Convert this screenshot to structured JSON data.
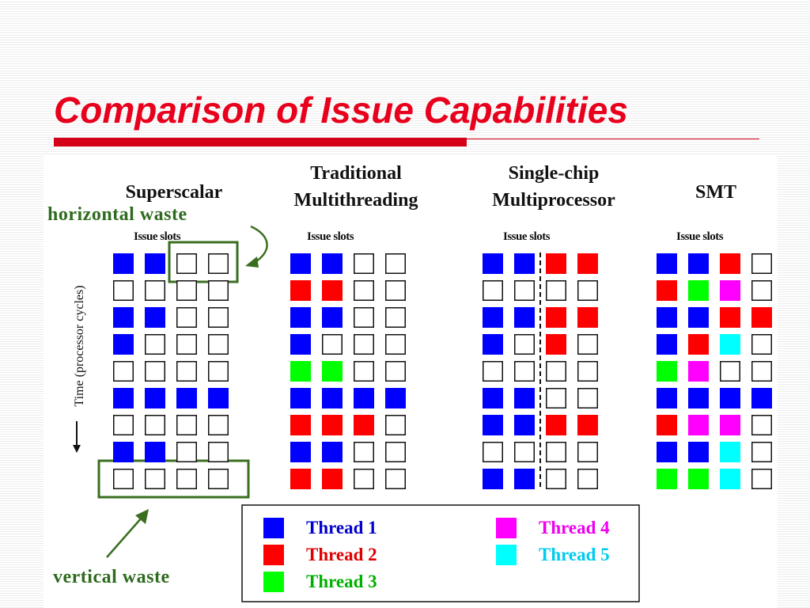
{
  "slide": {
    "title": "Comparison of Issue Capabilities"
  },
  "colors": {
    "title": "#e8001c",
    "thread_1": "#0000ff",
    "thread_2": "#ff0000",
    "thread_3": "#00ff00",
    "thread_4": "#ff00ff",
    "thread_5": "#00ffff",
    "annotation": "#2e6b1e"
  },
  "figure": {
    "annotations": {
      "horizontal_waste": "horizontal waste",
      "vertical_waste": "vertical waste"
    },
    "time_axis_label": "Time (processor cycles)",
    "panels": [
      {
        "heading_line1": "Superscalar",
        "heading_line2": "",
        "sub": "Issue slots",
        "grid": [
          [
            1,
            1,
            0,
            0
          ],
          [
            0,
            0,
            0,
            0
          ],
          [
            1,
            1,
            0,
            0
          ],
          [
            1,
            0,
            0,
            0
          ],
          [
            0,
            0,
            0,
            0
          ],
          [
            1,
            1,
            1,
            1
          ],
          [
            0,
            0,
            0,
            0
          ],
          [
            1,
            1,
            0,
            0
          ],
          [
            0,
            0,
            0,
            0
          ]
        ]
      },
      {
        "heading_line1": "Traditional",
        "heading_line2": "Multithreading",
        "sub": "Issue slots",
        "grid": [
          [
            1,
            1,
            0,
            0
          ],
          [
            2,
            2,
            0,
            0
          ],
          [
            1,
            1,
            0,
            0
          ],
          [
            1,
            0,
            0,
            0
          ],
          [
            3,
            3,
            0,
            0
          ],
          [
            1,
            1,
            1,
            1
          ],
          [
            2,
            2,
            2,
            0
          ],
          [
            1,
            1,
            0,
            0
          ],
          [
            2,
            2,
            0,
            0
          ]
        ]
      },
      {
        "heading_line1": "Single-chip",
        "heading_line2": "Multiprocessor",
        "sub": "Issue slots",
        "grid": [
          [
            1,
            1,
            2,
            2
          ],
          [
            0,
            0,
            0,
            0
          ],
          [
            1,
            1,
            2,
            2
          ],
          [
            1,
            0,
            2,
            0
          ],
          [
            0,
            0,
            0,
            0
          ],
          [
            1,
            1,
            0,
            0
          ],
          [
            1,
            1,
            2,
            2
          ],
          [
            0,
            0,
            0,
            0
          ],
          [
            1,
            1,
            0,
            0
          ]
        ]
      },
      {
        "heading_line1": "SMT",
        "heading_line2": "",
        "sub": "Issue slots",
        "grid": [
          [
            1,
            1,
            2,
            0
          ],
          [
            2,
            3,
            4,
            0
          ],
          [
            1,
            1,
            2,
            2
          ],
          [
            1,
            2,
            5,
            0
          ],
          [
            3,
            4,
            0,
            0
          ],
          [
            1,
            1,
            1,
            1
          ],
          [
            2,
            4,
            4,
            0
          ],
          [
            1,
            1,
            5,
            0
          ],
          [
            3,
            3,
            5,
            0
          ]
        ]
      }
    ],
    "legend": [
      {
        "label": "Thread 1",
        "color": "#0000ff",
        "text_color": "#0000cc"
      },
      {
        "label": "Thread 2",
        "color": "#ff0000",
        "text_color": "#e00000"
      },
      {
        "label": "Thread 3",
        "color": "#00ff00",
        "text_color": "#00b000"
      },
      {
        "label": "Thread 4",
        "color": "#ff00ff",
        "text_color": "#ee00ee"
      },
      {
        "label": "Thread 5",
        "color": "#00ffff",
        "text_color": "#00ccee"
      }
    ]
  }
}
